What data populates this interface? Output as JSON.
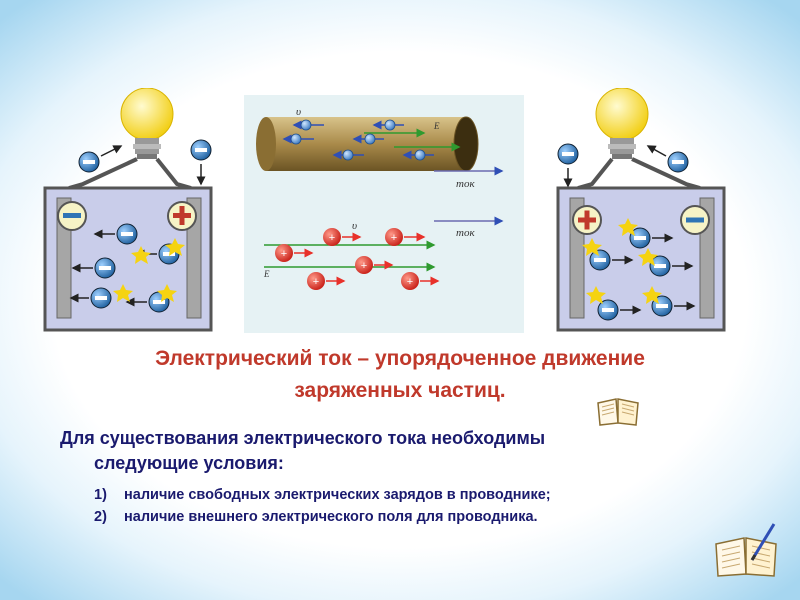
{
  "title": {
    "line1": "Электрический ток – упорядоченное движение",
    "line2": "заряженных частиц."
  },
  "conditions": {
    "intro_line1": "Для существования электрического тока необходимы",
    "intro_line2": "следующие условия:",
    "items": [
      {
        "num": "1)",
        "text": "наличие свободных электрических зарядов в проводнике;"
      },
      {
        "num": "2)",
        "text": "наличие внешнего электрического поля для проводника."
      }
    ]
  },
  "figure_labels": {
    "velocity": "υ",
    "field": "E",
    "current": "ток"
  },
  "colors": {
    "title": "#c0392b",
    "body_text": "#1a1a6e",
    "positive_charge": "#e8312a",
    "negative_charge": "#2f74b5",
    "field_arrow": "#2f9a2f",
    "conductor": "#a98a4a"
  },
  "icons": [
    "bulb-icon",
    "electrode-minus-icon",
    "electrode-plus-icon",
    "book-icon",
    "book-with-pen-icon"
  ]
}
